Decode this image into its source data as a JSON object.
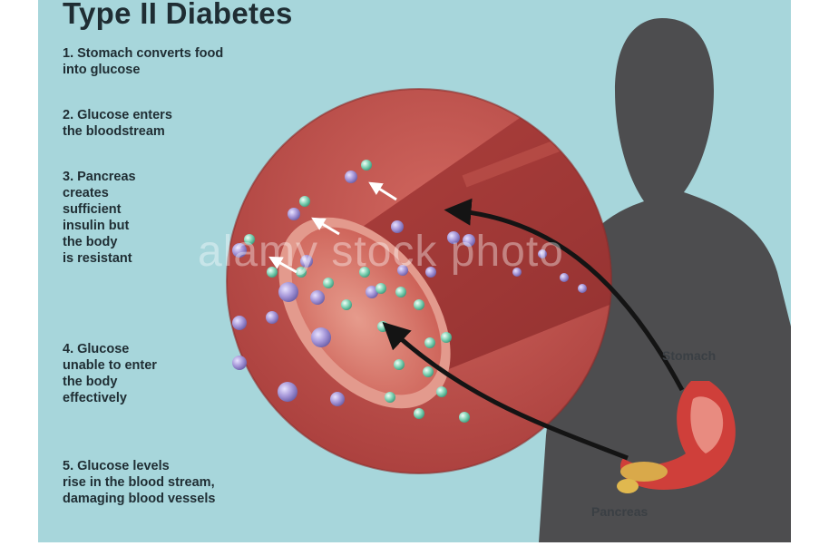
{
  "title": "Type II Diabetes",
  "steps": [
    "1. Stomach converts food\ninto glucose",
    "2. Glucose enters\nthe bloodstream",
    "3. Pancreas\ncreates\nsufficient\ninsulin but\nthe body\nis resistant",
    "4. Glucose\nunable to enter\nthe body\neffectively",
    "5. Glucose levels\nrise in the blood stream,\ndamaging blood vessels"
  ],
  "labels": {
    "stomach": "Stomach",
    "pancreas": "Pancreas"
  },
  "watermark": "alamy stock photo",
  "colors": {
    "background": "#a7d6db",
    "silhouette": "#4d4d4f",
    "vessel": "#b3413f",
    "lumen": "#d8756b",
    "insulin": "#a596d8",
    "glucose": "#7fd2b4"
  }
}
